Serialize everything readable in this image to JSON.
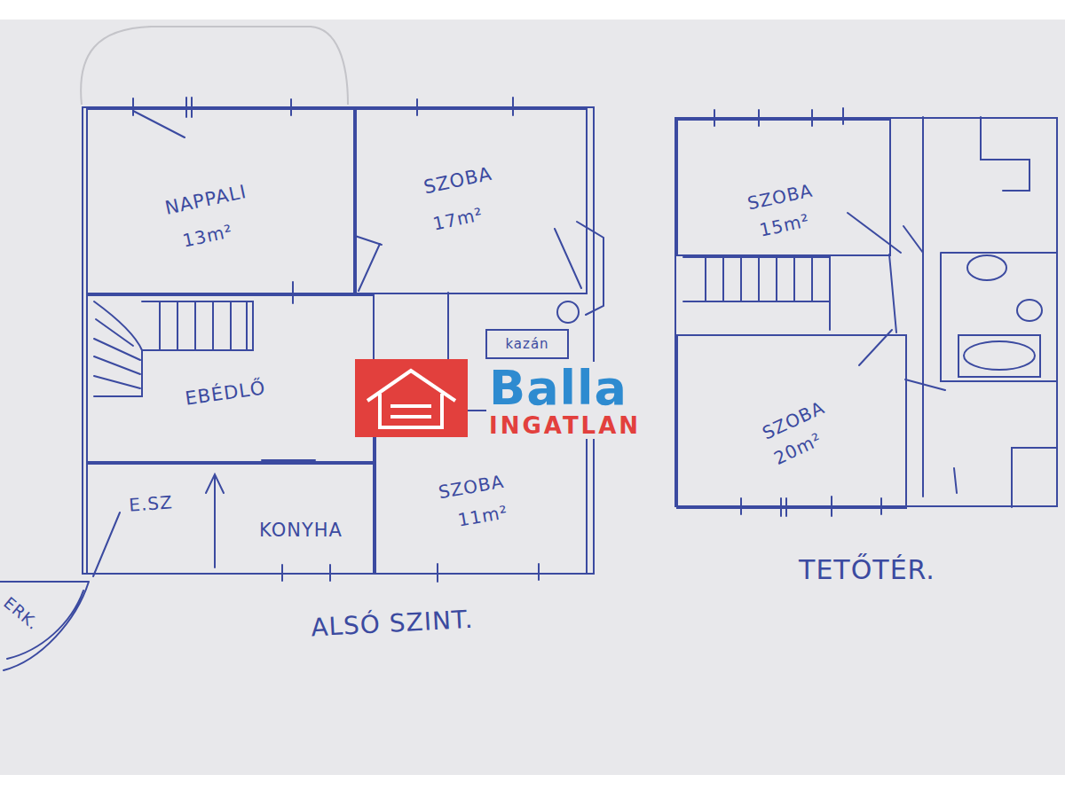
{
  "diagram": {
    "nodes": [
      {
        "text": [
          "ALSÓ SZINT."
        ]
      },
      {
        "text": [
          "NAPPALI",
          "13m²"
        ],
        "in": 0
      },
      {
        "text": [
          "SZOBA",
          "17m²"
        ],
        "in": 0
      },
      {
        "text": [
          "EBÉDLŐ"
        ],
        "in": 0
      },
      {
        "text": [
          "KONYHA"
        ],
        "in": 0
      },
      {
        "text": [
          "SZOBA",
          "11m²"
        ],
        "in": 0
      },
      {
        "text": [
          "TETŐTÉR."
        ]
      },
      {
        "text": [
          "SZOBA",
          "15m²"
        ],
        "in": 6
      },
      {
        "text": [
          "SZOBA",
          "20m²"
        ],
        "in": 6
      }
    ],
    "labels": [
      "E.SZ",
      "kazán",
      "ERK.",
      "Balla",
      "INGATLAN"
    ]
  }
}
